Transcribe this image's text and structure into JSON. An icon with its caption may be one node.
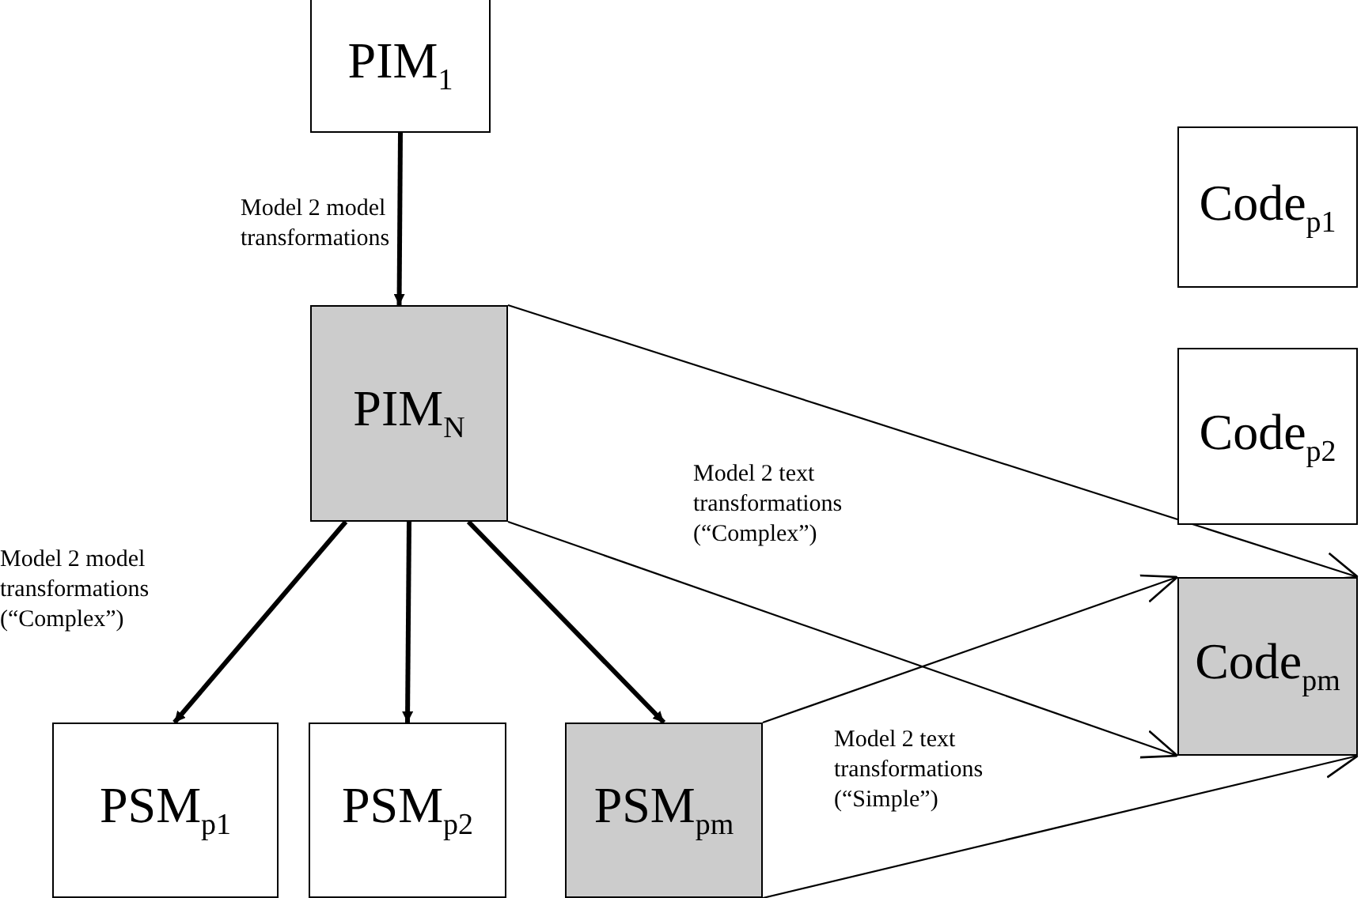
{
  "diagram": {
    "nodes": [
      {
        "text": [
          "PIM$_{1}$"
        ]
      },
      {
        "text": [
          "Code$_{p1}$"
        ]
      },
      {
        "text": [
          "PIM$_{N}$"
        ]
      },
      {
        "text": [
          "Code$_{p2}$"
        ]
      },
      {
        "text": [
          "Code$_{pm}$"
        ]
      },
      {
        "text": [
          "PSM$_{p1}$"
        ]
      },
      {
        "text": [
          "PSM$_{p2}$"
        ]
      },
      {
        "text": [
          "PSM$_{pm}$"
        ]
      }
    ],
    "edges": [
      {
        "from": 0,
        "to": 2,
        "arrow": "to",
        "style": "thick"
      },
      {
        "from": 2,
        "to": 5,
        "arrow": "to",
        "style": "thick"
      },
      {
        "from": 2,
        "to": 6,
        "arrow": "to",
        "style": "thick"
      },
      {
        "from": 2,
        "to": 7,
        "arrow": "to",
        "style": "thick"
      },
      {
        "from": 2,
        "to": 4,
        "arrow": "to"
      },
      {
        "from": 2,
        "to": 4,
        "arrow": "to"
      },
      {
        "from": 7,
        "to": 4,
        "arrow": "to"
      },
      {
        "from": 7,
        "to": 4,
        "arrow": "to"
      }
    ],
    "labels": [
      "Model 2 model transformations",
      "Model 2 text transformations (“Complex”)",
      "Model 2 model transformations (“Complex”)",
      "Model 2 text transformations (“Simple”)"
    ]
  }
}
